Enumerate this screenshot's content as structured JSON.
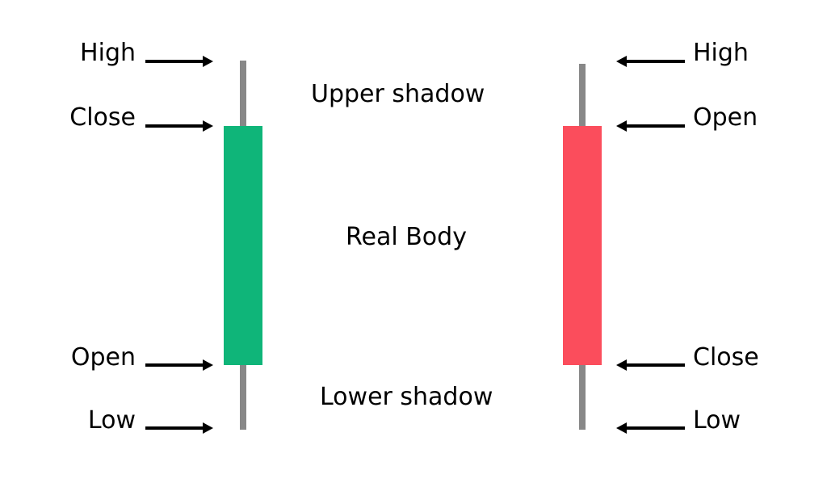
{
  "candles": {
    "bullish": {
      "body_color": "#0FB579",
      "wick_color": "#888888",
      "labels": {
        "high": "High",
        "close": "Close",
        "open": "Open",
        "low": "Low"
      }
    },
    "bearish": {
      "body_color": "#FB4D5C",
      "wick_color": "#888888",
      "labels": {
        "high": "High",
        "open": "Open",
        "close": "Close",
        "low": "Low"
      }
    }
  },
  "annotations": {
    "upper_shadow": "Upper shadow",
    "real_body": "Real Body",
    "lower_shadow": "Lower shadow"
  },
  "colors": {
    "background": "#FFFFFF",
    "text": "#000000",
    "arrow": "#000000"
  }
}
